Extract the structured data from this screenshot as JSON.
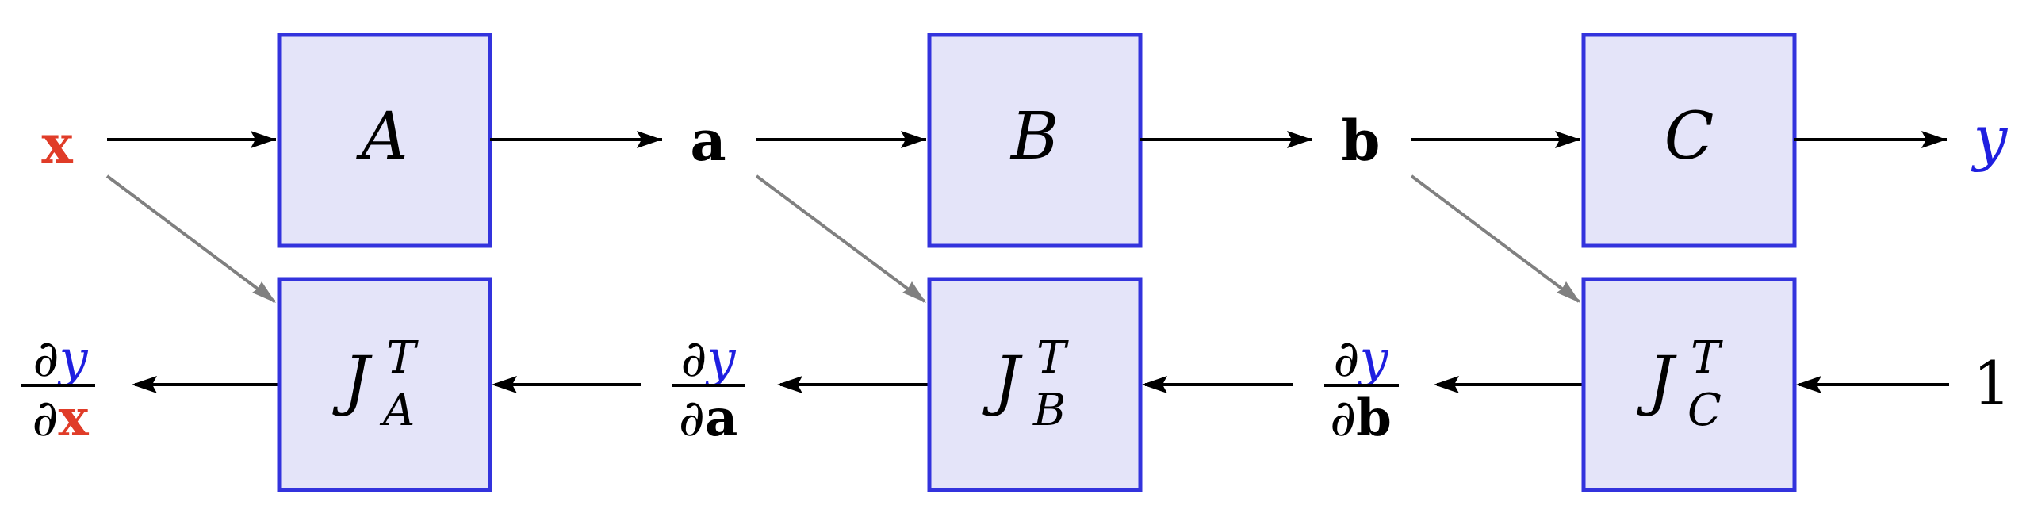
{
  "colors": {
    "box_fill": "#E4E4F9",
    "box_stroke": "#3333DD",
    "forward_arrow": "#000000",
    "cross_arrow": "#808080",
    "x_color": "#E03C28",
    "y_color": "#1F1FE0",
    "text": "#000000"
  },
  "forward": {
    "input": "x",
    "intermediate_a": "a",
    "intermediate_b": "b",
    "output": "y",
    "boxes": [
      "A",
      "B",
      "C"
    ]
  },
  "backward": {
    "seed": "1",
    "jacobian_symbol": "J",
    "transpose_symbol": "T",
    "jacobians": [
      "A",
      "B",
      "C"
    ],
    "partial_symbol": "∂",
    "grads": [
      {
        "num": "y",
        "den": "x"
      },
      {
        "num": "y",
        "den": "a"
      },
      {
        "num": "y",
        "den": "b"
      }
    ]
  }
}
